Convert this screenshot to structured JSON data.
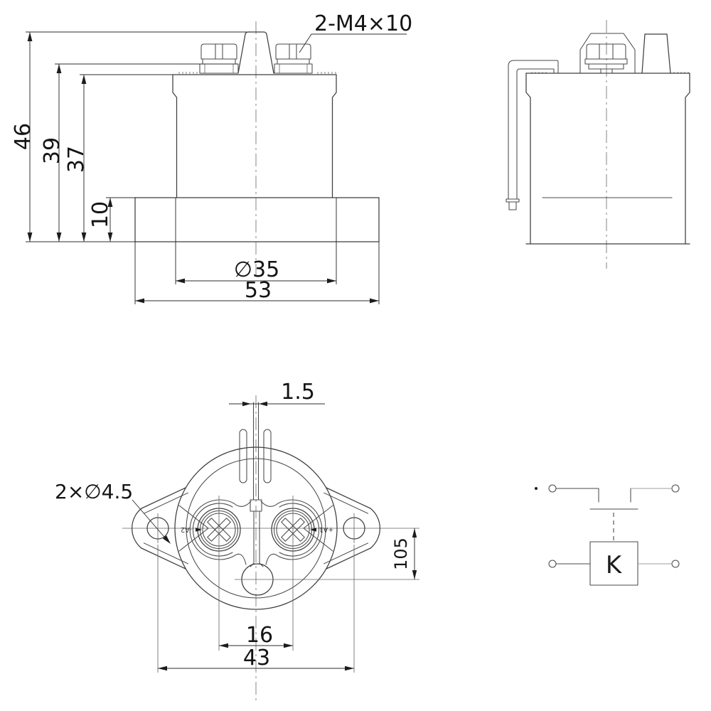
{
  "front_view": {
    "callout_thread": "2-M4×10",
    "dim_overall_height": "46",
    "dim_terminal_height": "39",
    "dim_case_height": "37",
    "dim_flange_height": "10",
    "dim_body_diameter": "∅35",
    "dim_flange_width": "53"
  },
  "bottom_view": {
    "dim_blade_thickness": "1.5",
    "callout_mounting_holes": "2×∅4.5",
    "dim_terminal_spacing": "16",
    "dim_mounting_hole_spacing": "43",
    "dim_aux_hole_offset": "105",
    "terminal_label_negative": "-A2",
    "terminal_label_positive": "+A1"
  },
  "schematic": {
    "coil_label": "K"
  }
}
